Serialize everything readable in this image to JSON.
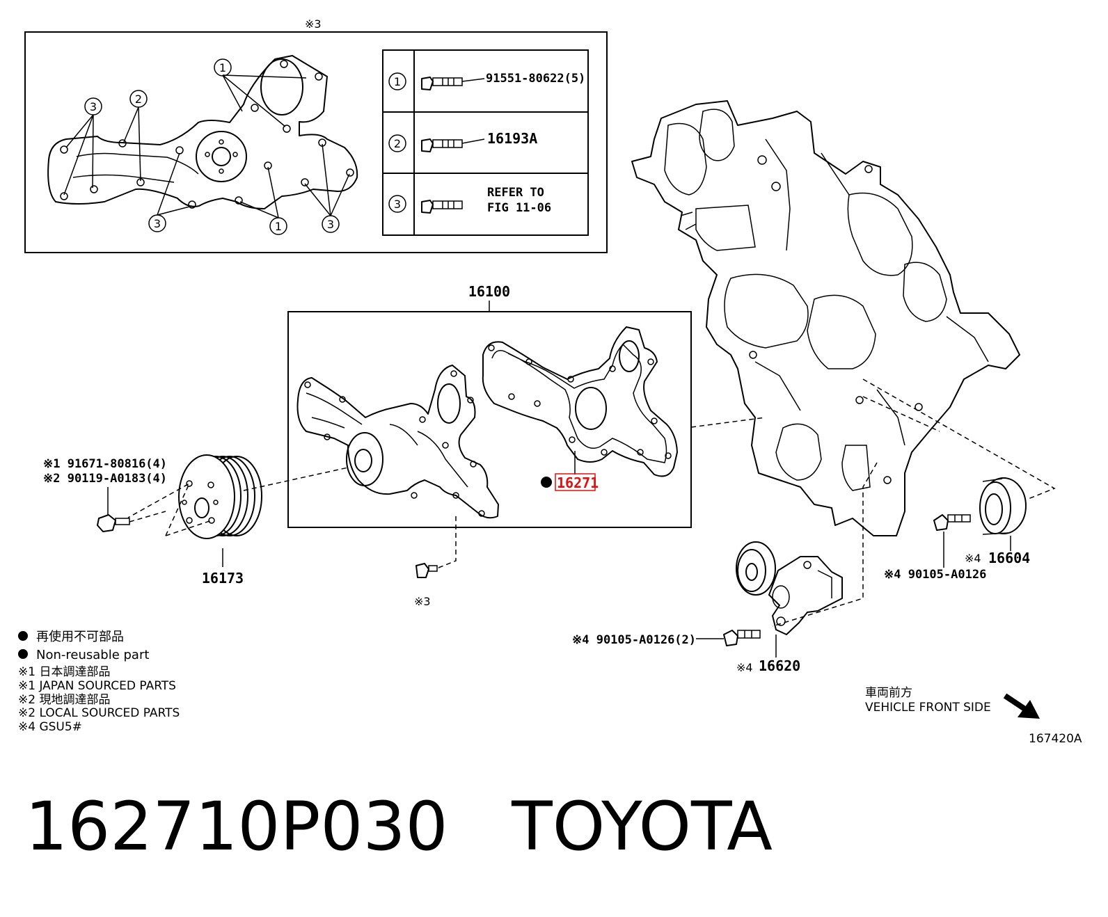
{
  "diagram": {
    "inset": {
      "ref_mark": "※3",
      "callouts": {
        "one": "1",
        "two": "2",
        "three": "3"
      },
      "table": [
        {
          "num": "1",
          "text": "91551-80622(5)"
        },
        {
          "num": "2",
          "text": "16193A"
        },
        {
          "num": "3",
          "text_line1": "REFER TO",
          "text_line2": "FIG 11-06"
        }
      ]
    },
    "parts": {
      "assembly": "16100",
      "gasket": "16271",
      "pulley": "16173",
      "idler_pulley": "16604",
      "idler_mark": "※4",
      "tensioner": "16620",
      "tensioner_mark": "※4",
      "pump_bolt_mark": "※3",
      "bolt_japan": "※1 91671-80816(4)",
      "bolt_local": "※2 90119-A0183(4)",
      "idler_bolt": "※4 90105-A0126",
      "tensioner_bolt": "※4 90105-A0126(2)"
    },
    "legend": [
      "再使用不可部品",
      "Non-reusable part",
      "※1  日本調達部品",
      "※1  JAPAN SOURCED PARTS",
      "※2  現地調達部品",
      "※2  LOCAL SOURCED PARTS",
      "※4 GSU5#"
    ],
    "direction": {
      "jp": "車両前方",
      "en": "VEHICLE FRONT SIDE"
    },
    "figure_code": "167420A"
  },
  "caption": "162710P030   TOYOTA"
}
